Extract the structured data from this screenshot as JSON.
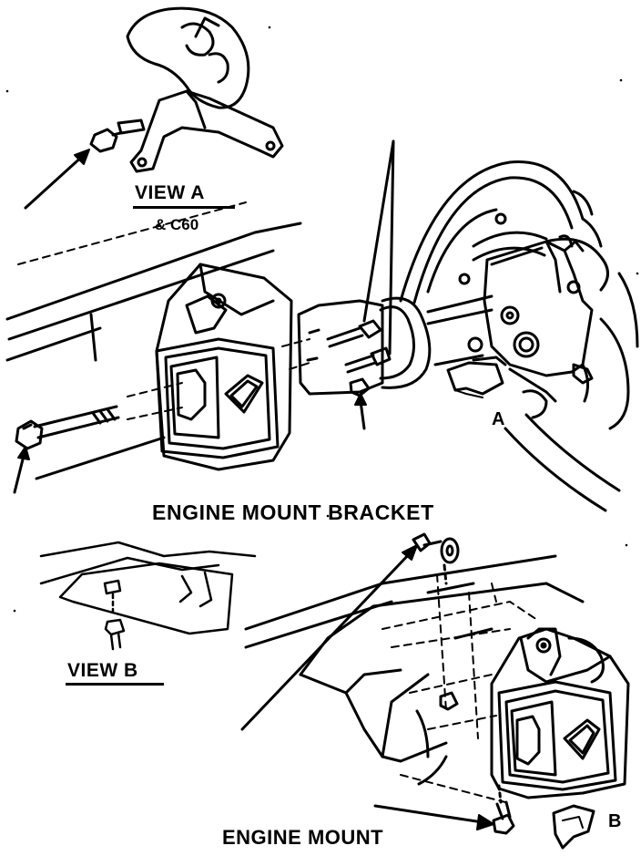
{
  "labels": {
    "view_a": "VIEW A",
    "view_a_sub": "& C60",
    "engine_mount_bracket": "ENGINE MOUNT BRACKET",
    "view_b": "VIEW B",
    "engine_mount": "ENGINE MOUNT",
    "callout_a": "A",
    "callout_b": "B"
  }
}
